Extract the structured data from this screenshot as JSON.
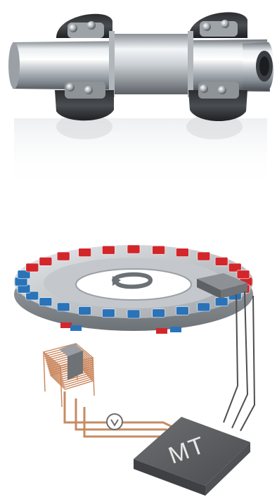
{
  "scene": {
    "top_illustration": "shaft-with-two-ball-bearings",
    "bottom_illustration": "magnetic-encoder-ring-with-sensor-coil-and-chip"
  },
  "chip": {
    "label": "MT"
  },
  "colors": {
    "background": "#ffffff",
    "steel": "#c9ced3",
    "magnet_north": "#d2262b",
    "magnet_south": "#2a73b8",
    "ring_body": "#b9bdc2",
    "coil": "#c9845a",
    "wire": "#555555",
    "chip": "#5a5a5a"
  },
  "icons": {
    "meter": "ammeter-circle-icon",
    "rotation": "rotation-arrow-icon"
  }
}
